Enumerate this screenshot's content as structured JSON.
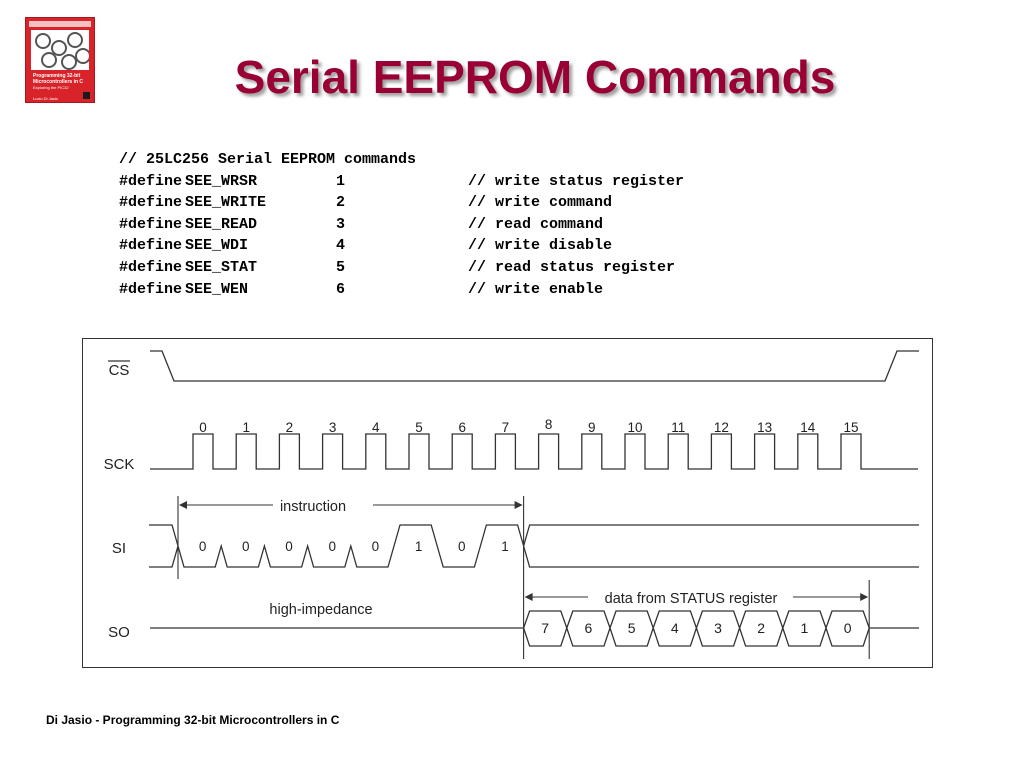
{
  "slide": {
    "title": "Serial EEPROM Commands",
    "footer": "Di Jasio - Programming 32-bit Microcontrollers in C"
  },
  "book_cover": {
    "title_line1": "Programming 32-bit",
    "title_line2": "Microcontrollers in C",
    "subtitle": "Exploring the PIC32",
    "author": "Lucio Di Jasio"
  },
  "code": {
    "header": "// 25LC256 Serial EEPROM commands",
    "lines": [
      {
        "kw": "#define",
        "name": "SEE_WRSR",
        "value": "1",
        "comment": "// write status register"
      },
      {
        "kw": "#define",
        "name": "SEE_WRITE",
        "value": "2",
        "comment": "// write command"
      },
      {
        "kw": "#define",
        "name": "SEE_READ",
        "value": "3",
        "comment": "// read command"
      },
      {
        "kw": "#define",
        "name": "SEE_WDI",
        "value": "4",
        "comment": "// write disable"
      },
      {
        "kw": "#define",
        "name": "SEE_STAT",
        "value": "5",
        "comment": "// read status register"
      },
      {
        "kw": "#define",
        "name": "SEE_WEN",
        "value": "6",
        "comment": "// write enable"
      }
    ]
  },
  "timing": {
    "signals": [
      "CS",
      "SCK",
      "SI",
      "SO"
    ],
    "clock_numbers": [
      "0",
      "1",
      "2",
      "3",
      "4",
      "5",
      "6",
      "7",
      "8",
      "9",
      "10",
      "11",
      "12",
      "13",
      "14",
      "15"
    ],
    "instruction_label": "instruction",
    "instruction_bits": [
      "0",
      "0",
      "0",
      "0",
      "0",
      "1",
      "0",
      "1"
    ],
    "so_idle_label": "high-impedance",
    "data_label": "data from STATUS register",
    "data_bits": [
      "7",
      "6",
      "5",
      "4",
      "3",
      "2",
      "1",
      "0"
    ]
  }
}
